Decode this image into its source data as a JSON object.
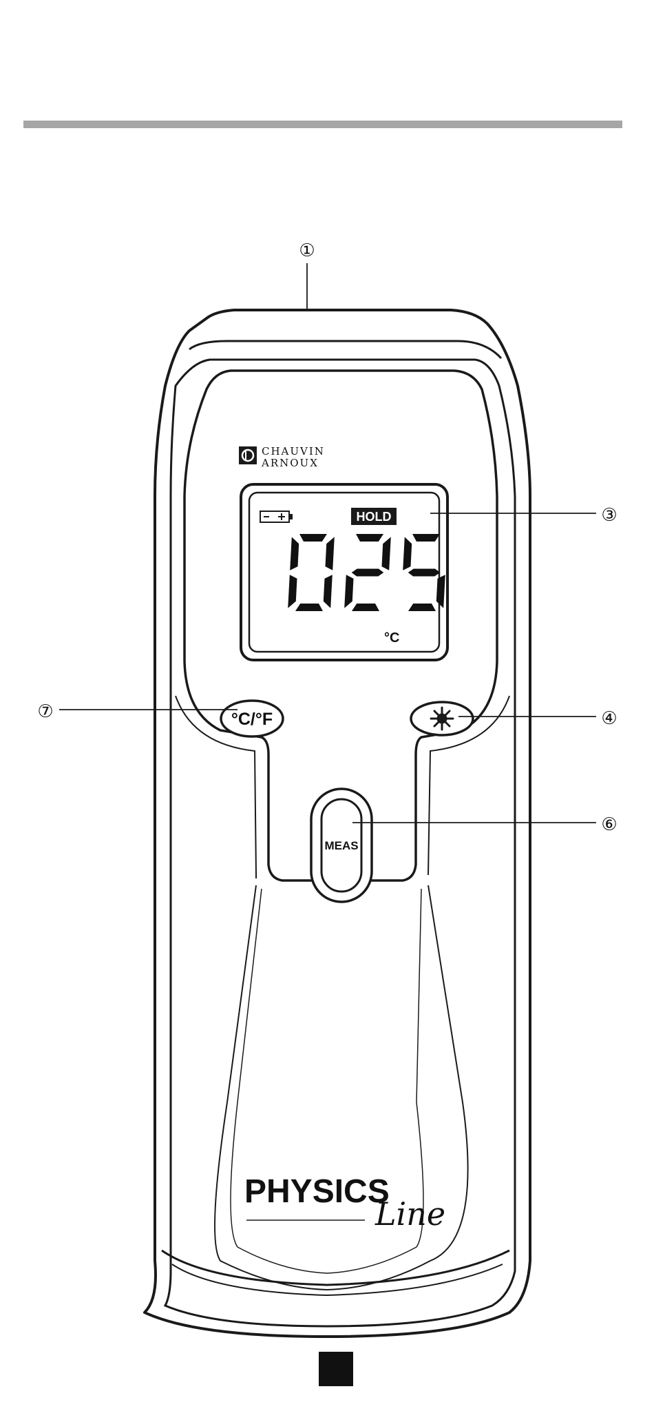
{
  "callouts": {
    "c1": "①",
    "c3": "③",
    "c4": "④",
    "c6": "⑥",
    "c7": "⑦"
  },
  "brand": {
    "line1": "CHAUVIN",
    "line2": "ARNOUX"
  },
  "display": {
    "hold_label": "HOLD",
    "reading": "025",
    "unit": "°C",
    "battery_icon": "battery-icon"
  },
  "buttons": {
    "unit_toggle_label": "°C/°F",
    "backlight_icon": "sun-icon",
    "meas_label": "MEAS"
  },
  "product": {
    "name_bold": "PHYSICS",
    "name_script": "Line"
  },
  "colors": {
    "header_bar": "#a6a6a6",
    "outline": "#1a1a1a",
    "footer_square": "#111111"
  }
}
